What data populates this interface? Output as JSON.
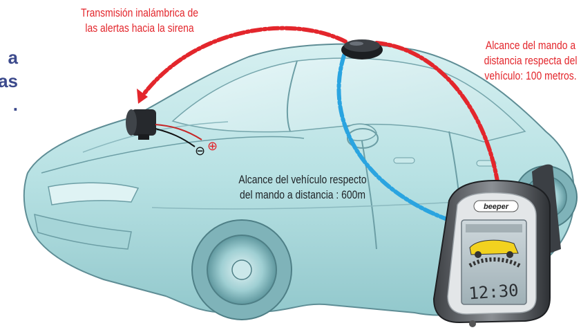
{
  "labels": {
    "wireless_transmission": [
      "Transmisión inalámbrica de",
      "las alertas hacia la sirena"
    ],
    "remote_range": [
      "Alcance del mando a",
      "distancia respecta del",
      "vehículo: 100 metros."
    ],
    "vehicle_range": [
      "Alcance del vehículo respecto",
      "del mando a distancia : 600m"
    ]
  },
  "partial_text": [
    "a",
    "as",
    "."
  ],
  "remote": {
    "brand": "beeper",
    "clock": "12:30"
  },
  "polarity": {
    "negative": "⊖",
    "positive": "⊕"
  },
  "colors": {
    "red_arc": "#e3262c",
    "blue_arc": "#2aa4e0",
    "car_body": "#a9dcdf",
    "car_outline": "#5e8d95",
    "text_dark": "#1e2226",
    "cut_text": "#3c4a8c"
  },
  "icons": [
    "siren-icon",
    "alarm-module-icon",
    "remote-control-icon"
  ]
}
